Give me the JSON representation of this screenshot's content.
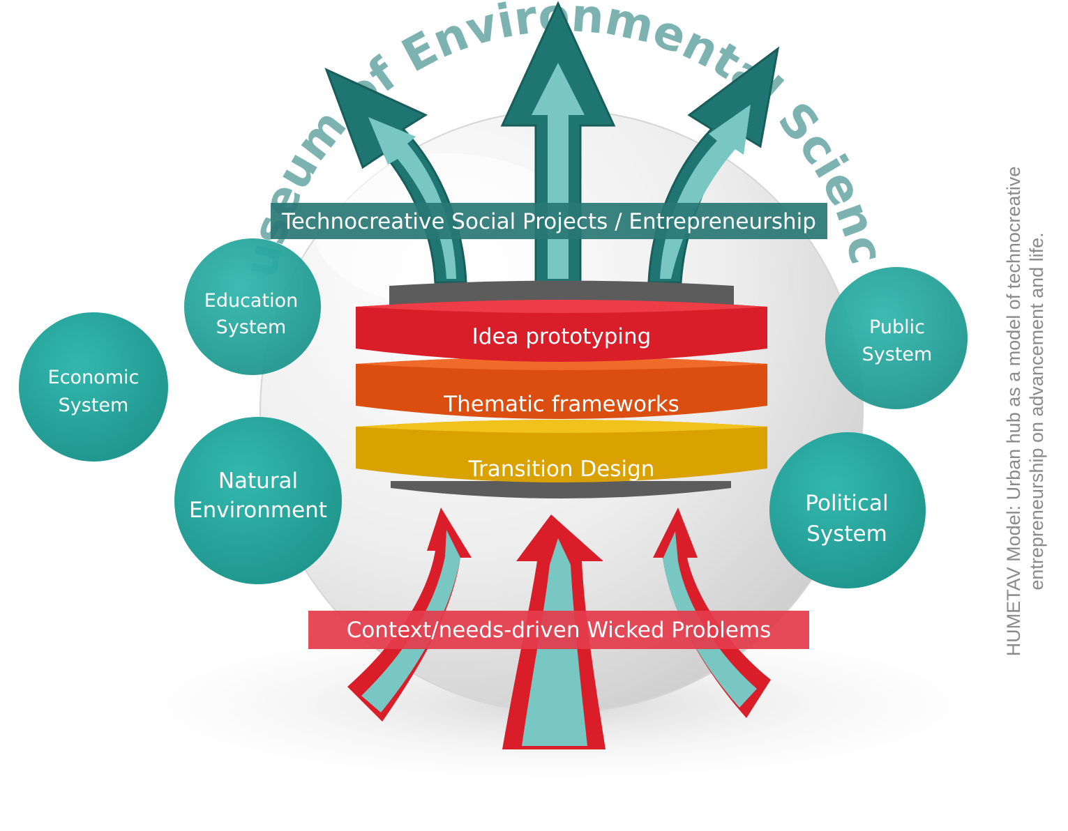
{
  "colors": {
    "teal": "#2aa79e",
    "teal_dark": "#1f7572",
    "teal_light": "#78c7c2",
    "red": "#d91e2a",
    "orange": "#db4e0f",
    "yellow": "#d9a200",
    "gray": "#5c5c5c",
    "banner_top": "#287775",
    "banner_bottom": "#e43b4b",
    "arc_text": "#6aa9a6",
    "caption": "#8a8a8a"
  },
  "arc_title": "Museum of Environmental Sciences",
  "top_banner": "Technocreative Social Projects / Entrepreneurship",
  "bottom_banner": "Context/needs-driven Wicked Problems",
  "bands": {
    "idea": "Idea prototyping",
    "thematic": "Thematic frameworks",
    "transition": "Transition Design"
  },
  "systems": {
    "education": [
      "Education",
      "System"
    ],
    "economic": [
      "Economic",
      "System"
    ],
    "natural": [
      "Natural",
      "Environment"
    ],
    "public": [
      "Public",
      "System"
    ],
    "political": [
      "Political",
      "System"
    ]
  },
  "caption": {
    "line1": "HUMETAV Model: Urban hub as a model of technocreative",
    "line2": "entrepreneurship on advancement and life."
  }
}
